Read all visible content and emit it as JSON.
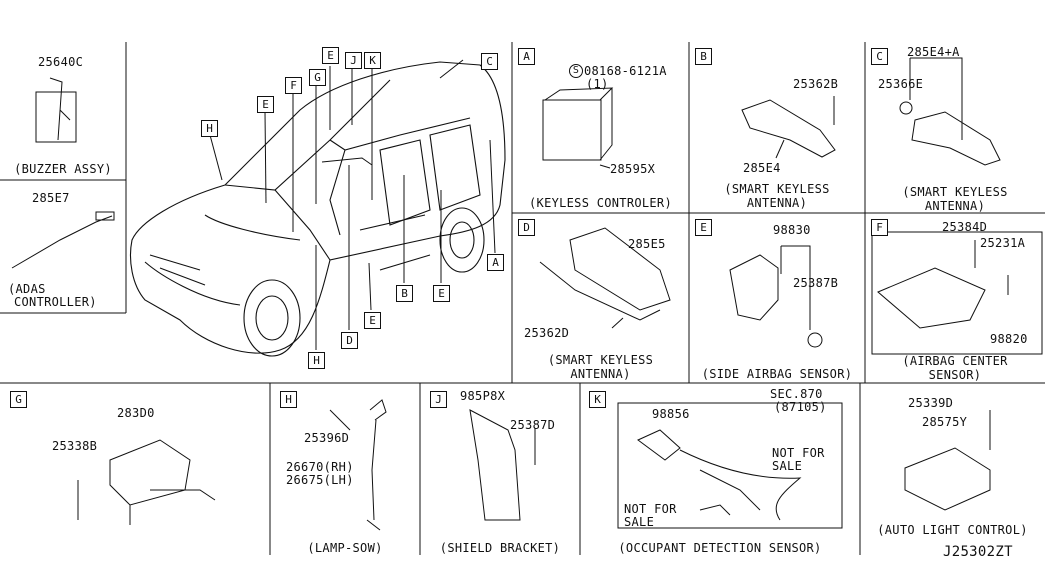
{
  "car_callouts": [
    "E",
    "J",
    "K",
    "C",
    "F",
    "G",
    "E",
    "H",
    "B",
    "E",
    "A",
    "D",
    "E",
    "H"
  ],
  "panels": {
    "buzzer": {
      "part": "25640C",
      "caption": "(BUZZER ASSY)"
    },
    "adas": {
      "part": "285E7",
      "caption1": "(ADAS",
      "caption2": "CONTROLLER)"
    },
    "A": {
      "tag": "A",
      "part1": "S",
      "part1b": "08168-6121A",
      "part1c": "(1)",
      "part2": "28595X",
      "caption": "(KEYLESS CONTROLER)"
    },
    "B": {
      "tag": "B",
      "part1": "25362B",
      "part2": "285E4",
      "caption1": "(SMART KEYLESS",
      "caption2": "ANTENNA)"
    },
    "C": {
      "tag": "C",
      "part1": "285E4+A",
      "part2": "25366E",
      "caption1": "(SMART KEYLESS",
      "caption2": "ANTENNA)"
    },
    "D": {
      "tag": "D",
      "part1": "285E5",
      "part2": "25362D",
      "caption1": "(SMART KEYLESS",
      "caption2": "ANTENNA)"
    },
    "E": {
      "tag": "E",
      "part1": "98830",
      "part2": "25387B",
      "caption": "(SIDE AIRBAG SENSOR)"
    },
    "F": {
      "tag": "F",
      "part1": "25384D",
      "part2": "25231A",
      "part3": "98820",
      "caption1": "(AIRBAG CENTER",
      "caption2": "SENSOR)"
    },
    "G": {
      "tag": "G",
      "part1": "283D0",
      "part2": "25338B"
    },
    "H": {
      "tag": "H",
      "part1": "25396D",
      "part2": "26670(RH)",
      "part3": "26675(LH)",
      "caption": "(LAMP-SOW)"
    },
    "J": {
      "tag": "J",
      "part1": "985P8X",
      "part2": "25387D",
      "caption": "(SHIELD BRACKET)"
    },
    "K": {
      "tag": "K",
      "part1": "98856",
      "part2": "SEC.870",
      "part3": "(87105)",
      "nfs1": "NOT FOR",
      "nfs1b": "SALE",
      "nfs2": "NOT FOR",
      "nfs2b": "SALE",
      "caption": "(OCCUPANT DETECTION SENSOR)"
    },
    "last": {
      "part1": "25339D",
      "part2": "28575Y",
      "caption": "(AUTO LIGHT CONTROL)"
    }
  },
  "diagram_id": "J25302ZT"
}
